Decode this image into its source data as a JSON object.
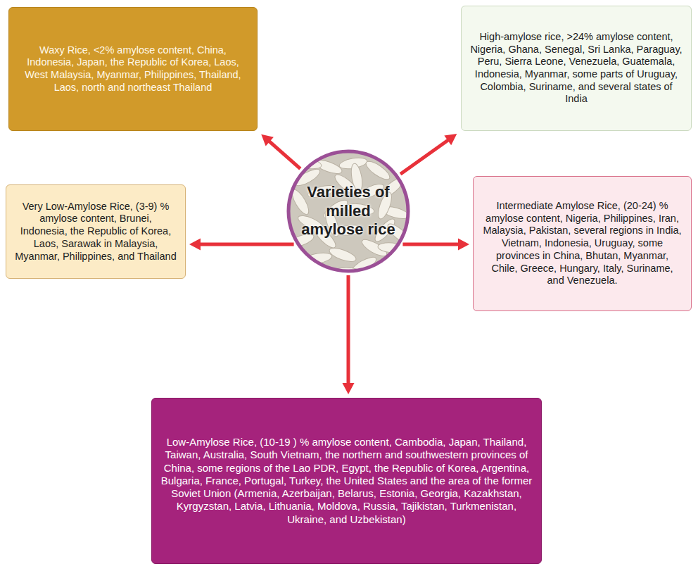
{
  "diagram": {
    "nodes": [
      {
        "text": [
          "Varieties of milled amylose rice"
        ]
      },
      {
        "text": [
          "Waxy Rice, <2% amylose content, China, Indonesia, Japan, the Republic of Korea, Laos, West Malaysia, Myanmar, Philippines, Thailand, Laos, north and northeast Thailand"
        ]
      },
      {
        "text": [
          "High-amylose rice, >24% amylose content, Nigeria, Ghana, Senegal, Sri Lanka, Paraguay, Peru, Sierra Leone, Venezuela, Guatemala, Indonesia, Myanmar, some parts of Uruguay, Colombia, Suriname, and several states of India"
        ]
      },
      {
        "text": [
          "Very Low-Amylose Rice, (3-9) % amylose content, Brunei, Indonesia, the Republic of Korea, Laos, Sarawak in Malaysia, Myanmar, Philippines, and Thailand"
        ]
      },
      {
        "text": [
          "Intermediate Amylose Rice, (20-24) % amylose content, Nigeria, Philippines, Iran, Malaysia, Pakistan, several regions in India, Vietnam, Indonesia, Uruguay, some provinces in China, Bhutan, Myanmar, Chile, Greece, Hungary, Italy, Suriname, and Venezuela."
        ]
      },
      {
        "text": [
          "Low-Amylose Rice, (10-19 ) % amylose content, Cambodia, Japan, Thailand, Taiwan, Australia, South Vietnam, the northern and southwestern provinces of China, some regions of the Lao PDR, Egypt, the Republic of Korea, Argentina, Bulgaria, France, Portugal, Turkey, the United States and the area of the former Soviet Union (Armenia, Azerbaijan, Belarus, Estonia, Georgia, Kazakhstan, Kyrgyzstan, Latvia, Lithuania, Moldova, Russia, Tajikistan, Turkmenistan, Ukraine, and Uzbekistan)"
        ]
      }
    ],
    "edges": [
      {
        "from": 0,
        "to": 1,
        "arrow": "to"
      },
      {
        "from": 0,
        "to": 2,
        "arrow": "to"
      },
      {
        "from": 0,
        "to": 3,
        "arrow": "to"
      },
      {
        "from": 0,
        "to": 4,
        "arrow": "to"
      },
      {
        "from": 0,
        "to": 5,
        "arrow": "to"
      }
    ]
  }
}
